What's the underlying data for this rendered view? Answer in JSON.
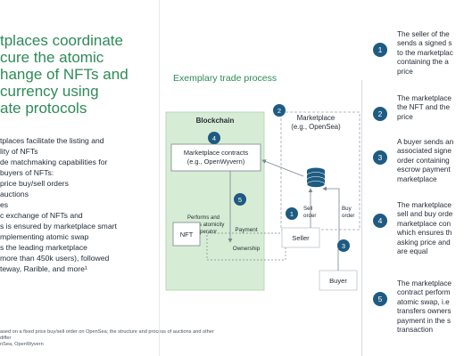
{
  "left": {
    "title": "tplaces coordinate\ncure the atomic\nhange of NFTs and\ncurrency using\nate protocols",
    "body": [
      "tplaces facilitate the listing and",
      "lity of NFTs",
      "de matchmaking capabilities for",
      "buyers of NFTs:",
      "price buy/sell orders",
      "auctions",
      "es",
      "c exchange of NFTs and",
      "s is ensured by marketplace smart",
      "mplementing atomic swap",
      "",
      "s the leading marketplace",
      "more than 450k users), followed",
      "teway, Rarible, and more¹"
    ],
    "footnote": [
      "ased on a fixed price buy/sell order on OpenSea; the structure and process of auctions and other",
      "differ",
      "nSea, OpenWyvern"
    ]
  },
  "diagram": {
    "title": "Exemplary trade process",
    "blockchain_label": "Blockchain",
    "marketplace_label": "Marketplace",
    "marketplace_sub": "(e.g., OpenSea)",
    "contracts_label": "Marketplace contracts",
    "contracts_sub": "(e.g., OpenWyvern)",
    "performs_label": [
      "Performs and",
      "ensures atomicity",
      "as operator"
    ],
    "nft_label": "NFT",
    "payment_label": "Payment",
    "ownership_label": "Ownership",
    "seller_label": "Seller",
    "buyer_label": "Buyer",
    "sell_order_label": [
      "Sell",
      "order"
    ],
    "buy_order_label": [
      "Buy",
      "order"
    ],
    "badges": [
      "1",
      "2",
      "3",
      "4",
      "5"
    ]
  },
  "steps": [
    {
      "num": "1",
      "text": "The seller of the\nsends a signed s\nto the marketplac\ncontaining the a\nprice"
    },
    {
      "num": "2",
      "text": "The marketplace\nthe NFT and the\nprice"
    },
    {
      "num": "3",
      "text": "A buyer sends an\nassociated signe\norder containing\nescrow payment\nmarketplace"
    },
    {
      "num": "4",
      "text": "The marketplace\nsell and buy orde\nmarketplace con\nwhich ensures th\nasking price and\nare equal"
    },
    {
      "num": "5",
      "text": "The marketplace\ncontract perform\natomic swap, i.e\ntransfers owners\npayment in the s\ntransaction"
    }
  ],
  "colors": {
    "green": "#2e8b57",
    "badge": "#1e5b82",
    "blockchain_fill": "#d7ecd4"
  }
}
